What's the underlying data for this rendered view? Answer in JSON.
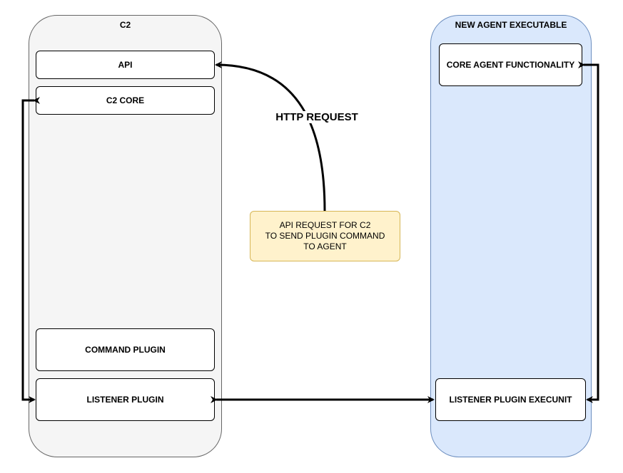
{
  "containers": {
    "c2": {
      "title": "C2"
    },
    "agent": {
      "title": "NEW AGENT EXECUTABLE"
    }
  },
  "c2_boxes": {
    "api": "API",
    "core": "C2 CORE",
    "command_plugin": "COMMAND PLUGIN",
    "listener_plugin": "LISTENER PLUGIN"
  },
  "agent_boxes": {
    "core_functionality": "CORE AGENT FUNCTIONALITY",
    "listener_execunit": "LISTENER PLUGIN EXECUNIT"
  },
  "note": {
    "text": "API REQUEST FOR C2\nTO SEND PLUGIN COMMAND\nTO AGENT"
  },
  "edge_label": "HTTP REQUEST",
  "colors": {
    "c2_fill": "#f5f5f5",
    "agent_fill": "#dae8fc",
    "agent_border": "#6c8ebf",
    "note_fill": "#fff2cc",
    "note_border": "#d6b656"
  }
}
